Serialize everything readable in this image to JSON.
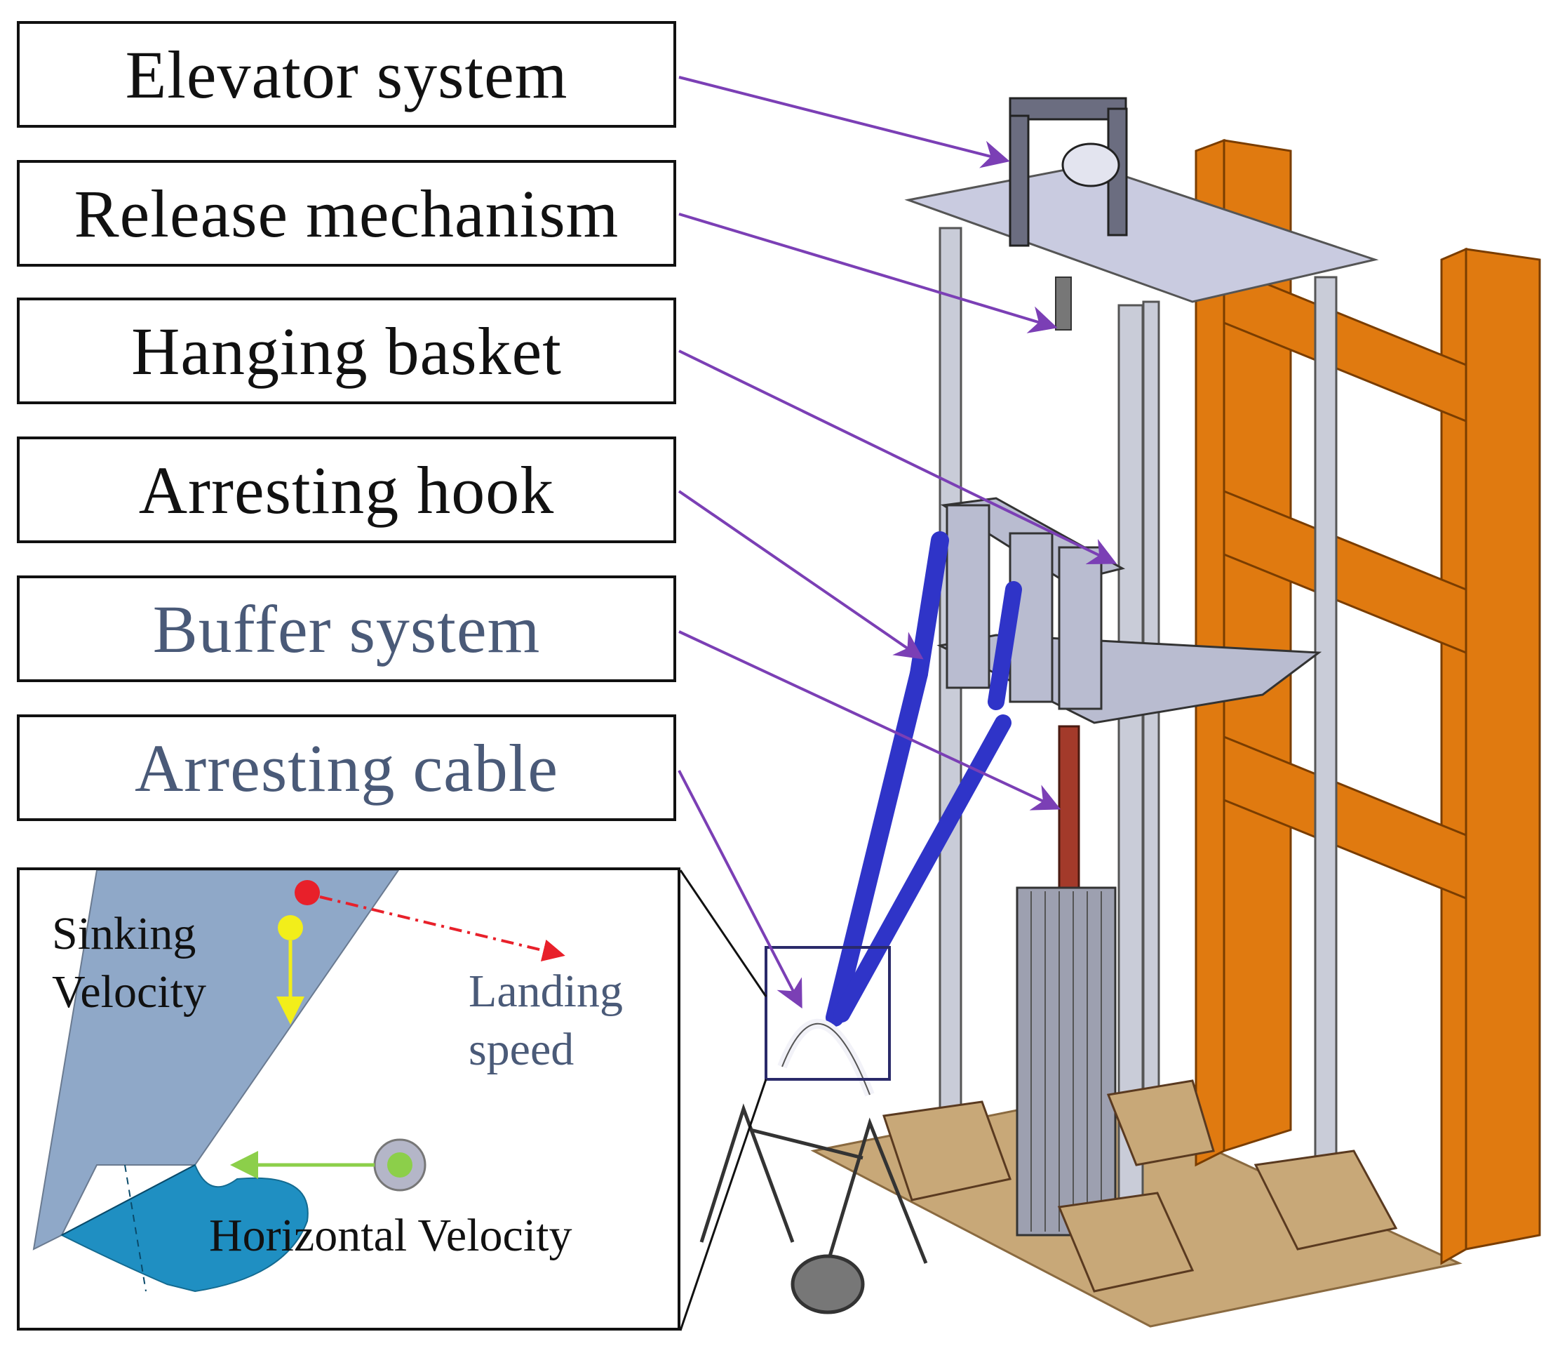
{
  "labels": {
    "elevator": "Elevator system",
    "release": "Release mechanism",
    "basket": "Hanging  basket",
    "hook": "Arresting  hook",
    "buffer": "Buffer  system",
    "cable": "Arresting  cable"
  },
  "inset": {
    "sinking_line1": "Sinking",
    "sinking_line2": "Velocity",
    "landing_line1": "Landing",
    "landing_line2": "speed",
    "horizontal": "Horizontal  Velocity"
  },
  "colors": {
    "pointer_arrow": "#7b3fb5",
    "frame_orange": "#e07a10",
    "column_grey": "#c9ccd8",
    "hook_blue": "#2f34c8",
    "sinking_yellow": "#f2ee1a",
    "landing_red": "#e8202a",
    "horizontal_green": "#8ccf4a",
    "hook_body": "#8fa8c8",
    "hook_tip": "#1f8fc2"
  }
}
